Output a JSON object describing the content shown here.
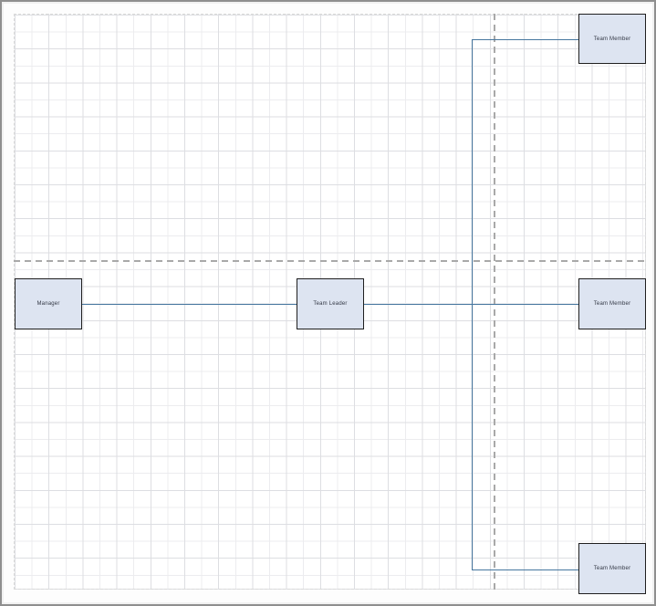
{
  "diagram": {
    "kind": "org-chart-canvas",
    "nodes": [
      {
        "id": "manager",
        "label": "Manager"
      },
      {
        "id": "team-leader",
        "label": "Team Leader"
      },
      {
        "id": "team-member-top",
        "label": "Team Member"
      },
      {
        "id": "team-member-middle",
        "label": "Team Member"
      },
      {
        "id": "team-member-bottom",
        "label": "Team Member"
      }
    ],
    "edges": [
      {
        "from": "manager",
        "to": "team-leader"
      },
      {
        "from": "team-leader",
        "to": "team-member-top"
      },
      {
        "from": "team-leader",
        "to": "team-member-middle"
      },
      {
        "from": "team-leader",
        "to": "team-member-bottom"
      }
    ],
    "colors": {
      "node_fill": "#dde4f1",
      "node_border": "#1f1f1f",
      "connector": "#47779f",
      "grid_minor": "#ececef",
      "grid_major": "#dddee2",
      "page_break_dash": "#a9a9a9",
      "page_edge_dash": "#d9d9d9",
      "window_border": "#8f8f8f"
    }
  }
}
